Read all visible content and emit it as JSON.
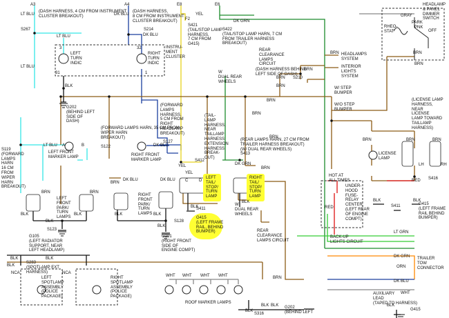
{
  "colors": {
    "lt_blu": "#33e6e6",
    "dk_blu": "#1a3f9e",
    "brn": "#8b5a14",
    "dk_grn": "#1a8a2a",
    "lt_grn": "#33cc33",
    "yel": "#e6d21a",
    "pnk": "#ff66aa",
    "blk": "#111111",
    "red": "#dd1111",
    "orn": "#ff8800",
    "gray": "#666666",
    "highlight": "#ffff33",
    "bg": "#ffffff"
  },
  "wires": {
    "lt_blu_1": "LT BLU",
    "lt_blu_2": "LT BLU",
    "lt_blu_3": "LT BLU",
    "lt_blu_4": "LT BLU",
    "dk_blu_1": "DK BLU",
    "dk_blu_2": "DK BLU",
    "dk_blu_3": "DK BLU",
    "dk_blu_4": "DK BLU",
    "dk_blu_5": "DK BLU",
    "dk_blu_6": "DK BLU",
    "yel_1": "YEL",
    "yel_2": "YEL",
    "yel_3": "YEL",
    "yel_4": "YEL",
    "dk_grn_1": "DK GRN",
    "dk_grn_2": "DK GRN",
    "dk_grn_3": "DK GRN",
    "lt_grn_1": "LT GRN",
    "brn_1": "BRN",
    "brn_2": "BRN",
    "brn_3": "BRN",
    "brn_4": "BRN",
    "brn_5": "BRN",
    "brn_6": "BRN",
    "brn_7": "BRN",
    "brn_8": "BRN",
    "brn_9": "BRN",
    "brn_10": "BRN",
    "brn_11": "BRN",
    "brn_12": "BRN",
    "brn_13": "BRN",
    "brn_14": "BRN",
    "brn_15": "BRN",
    "brn_16": "BRN",
    "brn_17": "BRN",
    "blk_1": "BLK",
    "blk_2": "BLK",
    "blk_3": "BLK",
    "blk_4": "BLK",
    "blk_5": "BLK",
    "blk_6": "BLK",
    "blk_7": "BLK",
    "blk_8": "BLK",
    "blk_9": "BLK",
    "blk_10": "BLK",
    "blk_11": "BLK",
    "blk_12": "BLK",
    "blk_13": "BLK",
    "blk_14": "BLK",
    "blk_15": "BLK",
    "blk_16": "BLK",
    "blk_17": "BLK",
    "blk_18": "BLK",
    "wht_1": "WHT",
    "wht_2": "WHT",
    "wht_3": "WHT",
    "wht_4": "WHT",
    "wht_5": "WHT",
    "pnk_1": "PNK",
    "red_1": "RED",
    "red_2": "RED",
    "orn_1": "ORN",
    "gray_1": "GRAY"
  },
  "labels": {
    "a3": "A3",
    "a4": "A4",
    "e8": "E8",
    "e6": "E6",
    "f2": "F2",
    "b": "B",
    "a": "A",
    "c": "C",
    "d": "D",
    "n3": "3",
    "n32": "32",
    "n31": "31",
    "n1": "1",
    "s267_note": "(DASH HARNESS, 4 CM FROM INSTRUMENT\nCLUSTER BREAKOUT)",
    "s267": "S267",
    "s214_note": "(DASH HARNESS,\n8 CM FROM INSTRUMENT\nCLUSTER BREAKOUT)",
    "s214": "S214",
    "s421_note": "S421\n(TAIL/STOP LAMP\nHARNESS,\n7 CM FROM\nG415)",
    "s422_note": "S422\n(TAIL/STOP LAMP HARN, 7 CM\nFROM TRAILER HARNESS\nBREAKOUT)",
    "left_turn_indic": "LEFT\nTURN\nINDIC",
    "right_turn_indic": "RIGHT\nTURN\nINDIC",
    "instrument_cluster": "INSTRU-\nMENT\nCLUSTER",
    "g202_left": "G202\n(BEHIND LEFT\nSIDE OF\nDASH)",
    "rear_clearance_circuit": "REAR\nCLEARANCE\nLAMPS\nCIRCUIT",
    "dash_harness_behind": "(DASH HARNESS BEHIND\nLEFT SIDE OF DASH)",
    "s210": "S210",
    "w_dual_rear": "W\nDUAL REAR\nWHEELS",
    "headlamps_system": "HEADLAMPS\nSYSTEM",
    "interior_lights_system": "INTERIOR\nLIGHTS\nSYSTEM",
    "headlamp_switch": "HEADLAMP\n& PANEL\nDIMMER\nSWITCH",
    "rheostat": "RHEO-\nSTAT",
    "park": "PARK",
    "off": "OFF",
    "w_step_bumper": "W/ STEP\nBUMPER",
    "wo_step_bumper": "W/O STEP\nBUMPER",
    "license_note": "(LICENSE LAMP\nHARNESS,\nNEAR\nLICENSE\nLAMP TOWARD\nTAILLAMP\nHARNESS)",
    "forward_lamps_harn": "(FORWARD LAMPS HARN, 35 CM FROM\nWIPER HARN\nBREAKOUT)",
    "forward_lamps_harness": "(FORWARD\nLAMPS\nHARNESS,\n5 CM FROM\nRIGHT\nHEADLAMP\nBREAKOUT)",
    "s122": "S122",
    "s127": "S127",
    "left_front_marker": "LEFT FRONT\nMARKER LAMP",
    "right_front_marker": "RIGHT FRONT\nMARKER LAMP",
    "s119_note": "S119\n(FORWARD\nLAMPS\nHARN\n16 CM\nFROM\nWIPER\nHARN\nBREAKOUT)",
    "taillamp_harness": "(TAIL-\nLAMP\nHARNESS,\nNEAR\nTAILLAMP\nHARNESS\nEXTENSION\nHARNESS\nBREAK-\nOUT)",
    "s412": "S412",
    "s413_note": "(REAR LAMPS HARN, 27 CM FROM\nTRAILER HARNESS BREAKOUT)\n(W/ DUAL REAR WHEELS)\nS413",
    "left_tail_stop": "LEFT\nTAIL/\nSTOP/\nTURN\nLAMP",
    "right_tail_stop": "RIGHT\nTAIL/\nSTOP/\nTURN\nLAMP",
    "left_front_park": "LEFT\nFRONT\nPARK/\nTURN\nLAMPS",
    "right_front_park": "RIGHT\nFRONT\nPARK/\nTURN\nLAMPS",
    "s411": "S411",
    "g415_note": "G415\n(LEFT FRAME\nRAIL, BEHIND\nBUMPER)",
    "s123": "S123",
    "s128": "S128",
    "g105": "G105\n(LEFT RADIATOR\nSUPPORT, NEAR\nLEFT HEADLAMP)",
    "g101": "G101\n(RIGHT FRONT\nSIDE OF\nENGINE COMPT)",
    "w_dual_rear_2": "W\nDUAL REAR\nWHEELS",
    "rear_clearance_circuit_2": "REAR\nCLEARANCE\nLAMPS CIRCUIT",
    "license_lamp": "LICENSE\nLAMP",
    "left_license": "LH",
    "right_license": "RH",
    "s416": "S416",
    "hot_at_all_times": "HOT AT\nALL TIMES",
    "underhood_fuse": "UNDER-\nHOOD\nFUSE-\nRELAY\nCENTER\n(LEFT REAR\nOF ENGINE\nCOMPT)",
    "s411_b": "S411",
    "g415_b": "G415\n(LEFT FRAME\nRAIL BEHIND\nBUMPER)",
    "backup_lights": "BACK-UP\nLIGHTS CIRCUIT",
    "trailer_tow": "TRAILER\nTOW\nCONNECTOR",
    "auxiliary_lead": "AUXILIARY\nLEAD\n(TAPED TO HARNESS)",
    "g415_c": "G415",
    "s283": "S283\n(SPOTLAMP EXT\nHARNESS)",
    "nca_1": "NCA",
    "nca_2": "NCA",
    "left_spotlamp": "LEFT\nSPOTLAMP\nASSEMBLY\n(POLICE\nPACKAGE)",
    "right_spotlamp": "RIGHT\nSPOTLAMP\nASSEMBLY\n(POLICE\nPACKAGE)",
    "roof_marker": "ROOF MARKER LAMPS",
    "s316": "S316",
    "g202_bottom": "G202\n(BEHIND LEFT"
  }
}
